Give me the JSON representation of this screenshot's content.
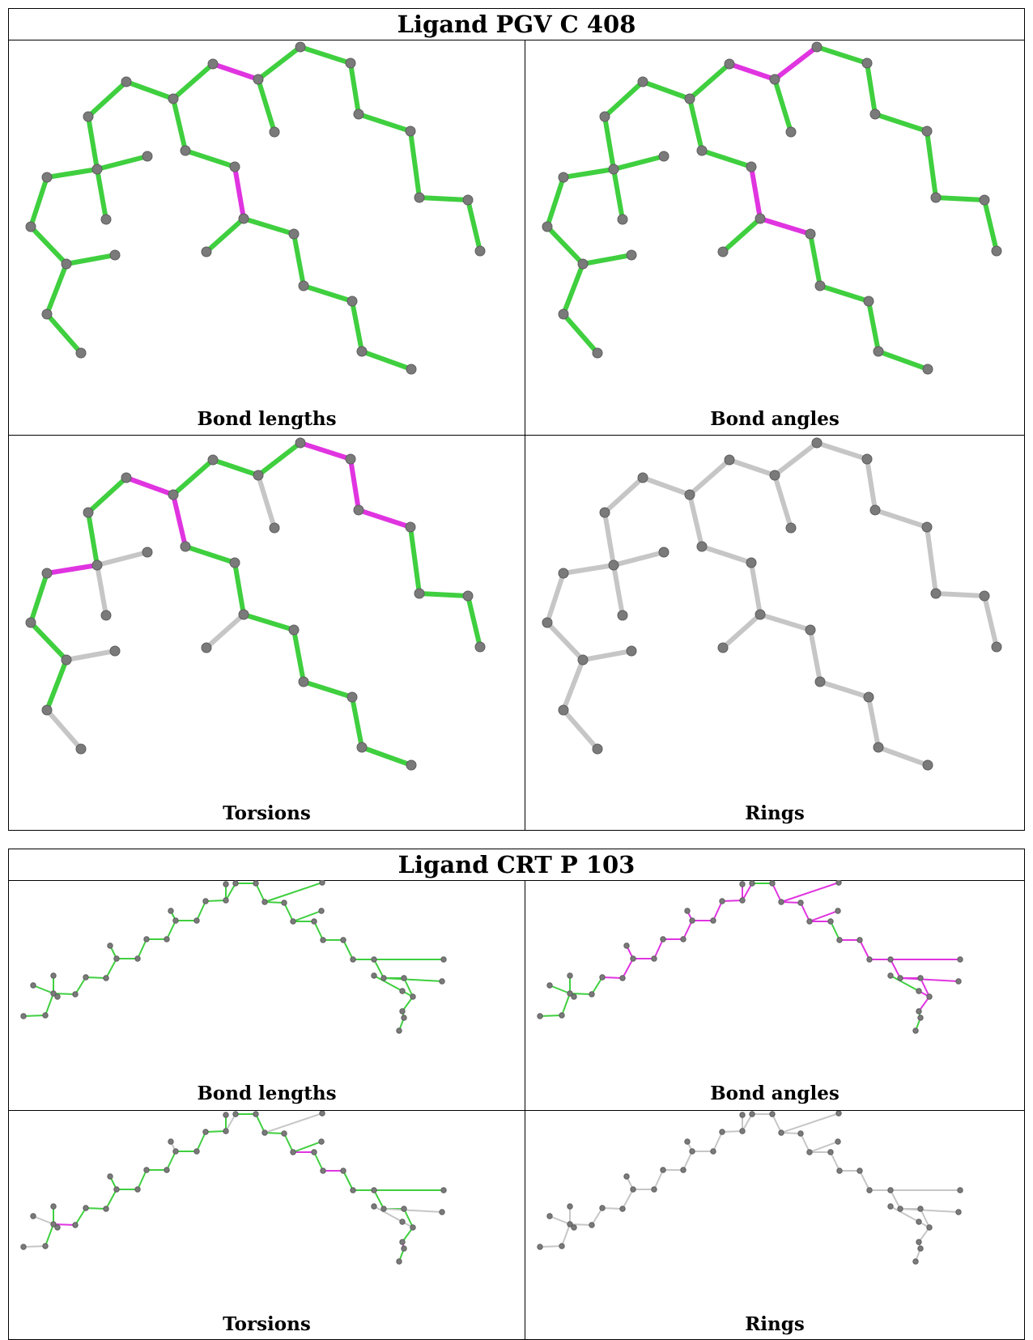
{
  "tables": [
    {
      "title": "Ligand PGV C 408",
      "panels": [
        {
          "caption": "Bond lengths"
        },
        {
          "caption": "Bond angles"
        },
        {
          "caption": "Torsions"
        },
        {
          "caption": "Rings"
        }
      ]
    },
    {
      "title": "Ligand CRT P 103",
      "panels": [
        {
          "caption": "Bond lengths"
        },
        {
          "caption": "Bond angles"
        },
        {
          "caption": "Torsions"
        },
        {
          "caption": "Rings"
        }
      ]
    }
  ],
  "colors": {
    "ok": "#3fcf3f",
    "outlier": "#e034e0",
    "unused": "#c6c6c6",
    "atom": "#7a7a7a"
  }
}
